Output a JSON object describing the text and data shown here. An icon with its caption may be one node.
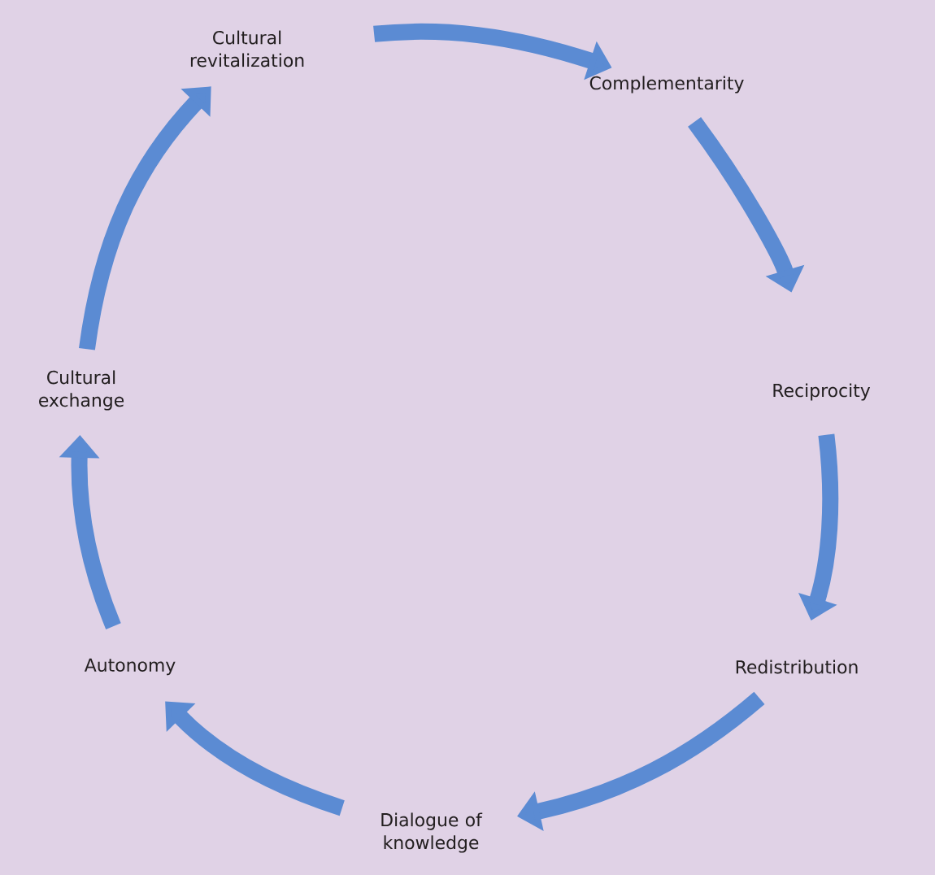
{
  "diagram": {
    "nodes": [
      {
        "text": [
          "Cultural revitalization"
        ]
      },
      {
        "text": [
          "Complementarity"
        ]
      },
      {
        "text": [
          "Reciprocity"
        ]
      },
      {
        "text": [
          "Redistribution"
        ]
      },
      {
        "text": [
          "Dialogue of knowledge"
        ]
      },
      {
        "text": [
          "Autonomy"
        ]
      },
      {
        "text": [
          "Cultural exchange"
        ]
      }
    ],
    "edges": [
      {
        "from": 0,
        "to": 1,
        "arrow": "to"
      },
      {
        "from": 1,
        "to": 2,
        "arrow": "to"
      },
      {
        "from": 2,
        "to": 3,
        "arrow": "to"
      },
      {
        "from": 3,
        "to": 4,
        "arrow": "to"
      },
      {
        "from": 4,
        "to": 5,
        "arrow": "to"
      },
      {
        "from": 5,
        "to": 6,
        "arrow": "to"
      },
      {
        "from": 6,
        "to": 0,
        "arrow": "to"
      }
    ]
  }
}
